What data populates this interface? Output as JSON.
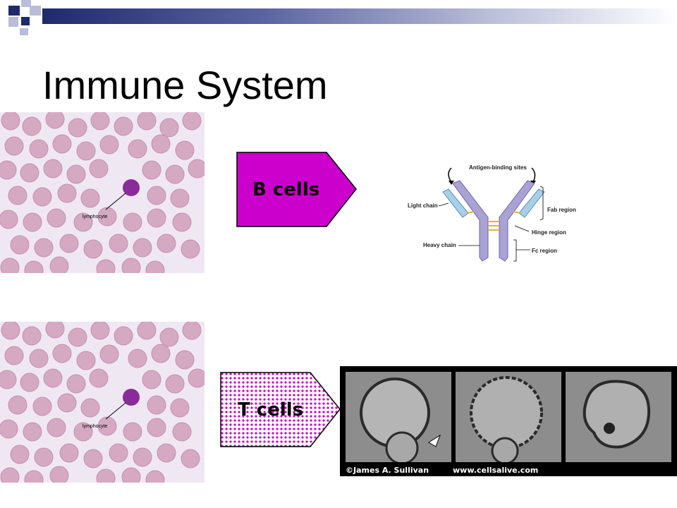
{
  "slide": {
    "title": "Immune System",
    "accent_color": "#1f2a6b"
  },
  "blood_smear": {
    "label": "lymphocyte"
  },
  "b_cells": {
    "label": "B cells",
    "fill_color": "#cc00cc"
  },
  "t_cells": {
    "label": "T cells",
    "fill_color": "#cc00cc"
  },
  "antibody_diagram": {
    "antigen_binding_sites": "Antigen-binding sites",
    "light_chain": "Light chain",
    "heavy_chain": "Heavy chain",
    "fab_region": "Fab region",
    "hinge_region": "Hinge region",
    "fc_region": "Fc region"
  },
  "t_cell_photo": {
    "credit_left": "©James A. Sullivan",
    "credit_right": "www.cellsalive.com"
  }
}
